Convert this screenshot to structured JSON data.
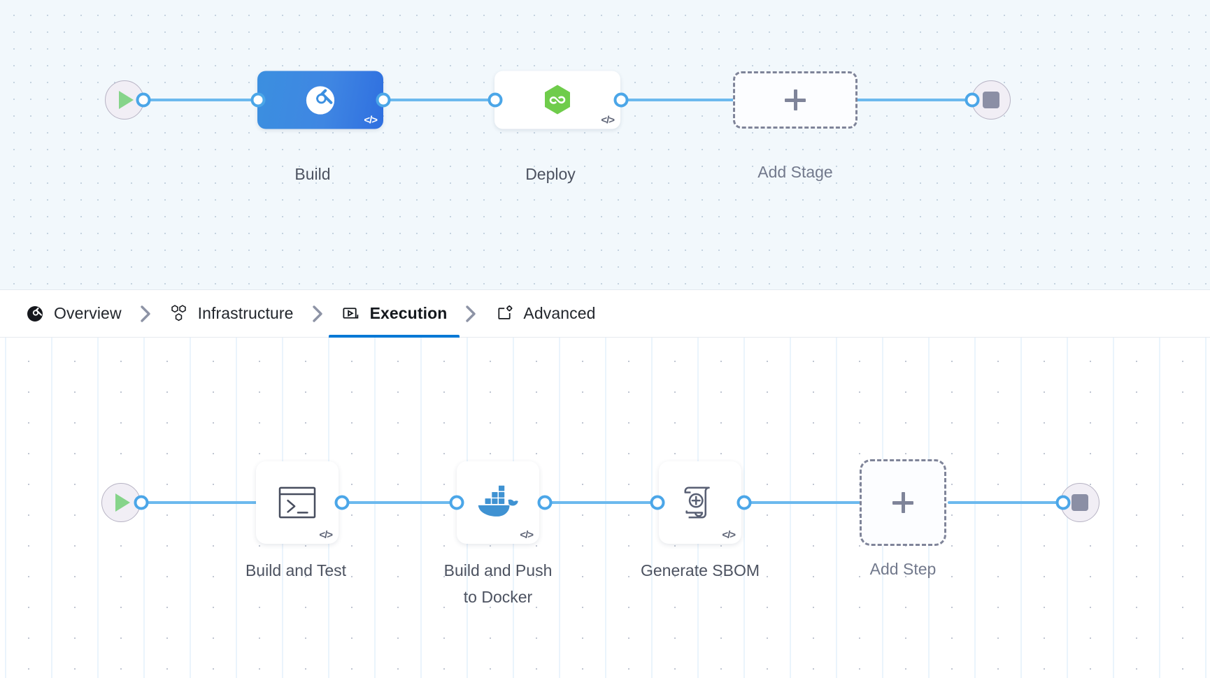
{
  "stages_canvas": {
    "start_node": {
      "name": "pipeline-start",
      "icon": "play-icon"
    },
    "end_node": {
      "name": "pipeline-end",
      "icon": "stop-icon"
    },
    "nodes": [
      {
        "id": "build",
        "label": "Build",
        "icon": "harness-ci-icon",
        "selected": true,
        "code_badge": "</>"
      },
      {
        "id": "deploy",
        "label": "Deploy",
        "icon": "harness-cd-icon",
        "selected": false,
        "code_badge": "</>"
      }
    ],
    "add_stage": {
      "label": "Add Stage",
      "icon": "plus-icon"
    }
  },
  "tabbar": {
    "separator_icon": "chevron-right-icon",
    "tabs": [
      {
        "id": "overview",
        "label": "Overview",
        "icon": "harness-overview-icon",
        "active": false
      },
      {
        "id": "infrastructure",
        "label": "Infrastructure",
        "icon": "hexagons-icon",
        "active": false
      },
      {
        "id": "execution",
        "label": "Execution",
        "icon": "play-box-icon",
        "active": true
      },
      {
        "id": "advanced",
        "label": "Advanced",
        "icon": "card-gear-icon",
        "active": false
      }
    ]
  },
  "steps_canvas": {
    "start_node": {
      "name": "execution-start",
      "icon": "play-icon"
    },
    "end_node": {
      "name": "execution-end",
      "icon": "stop-icon"
    },
    "steps": [
      {
        "id": "build-and-test",
        "label": "Build and Test",
        "icon": "terminal-icon",
        "code_badge": "</>"
      },
      {
        "id": "build-and-push-docker",
        "label": "Build and Push\nto Docker",
        "icon": "docker-icon",
        "code_badge": "</>"
      },
      {
        "id": "generate-sbom",
        "label": "Generate SBOM",
        "icon": "sbom-scroll-icon",
        "code_badge": "</>"
      }
    ],
    "add_step": {
      "label": "Add Step",
      "icon": "plus-icon"
    }
  },
  "colors": {
    "accent_blue": "#0278d5",
    "edge_blue": "#6cb9ee",
    "port_blue": "#4ba6e8",
    "selected_stage": "#3b8fe0",
    "cd_green": "#6fcc4b",
    "docker_blue": "#3f92d2",
    "play_green": "#86d48a",
    "stop_gray": "#8b8fa5"
  }
}
